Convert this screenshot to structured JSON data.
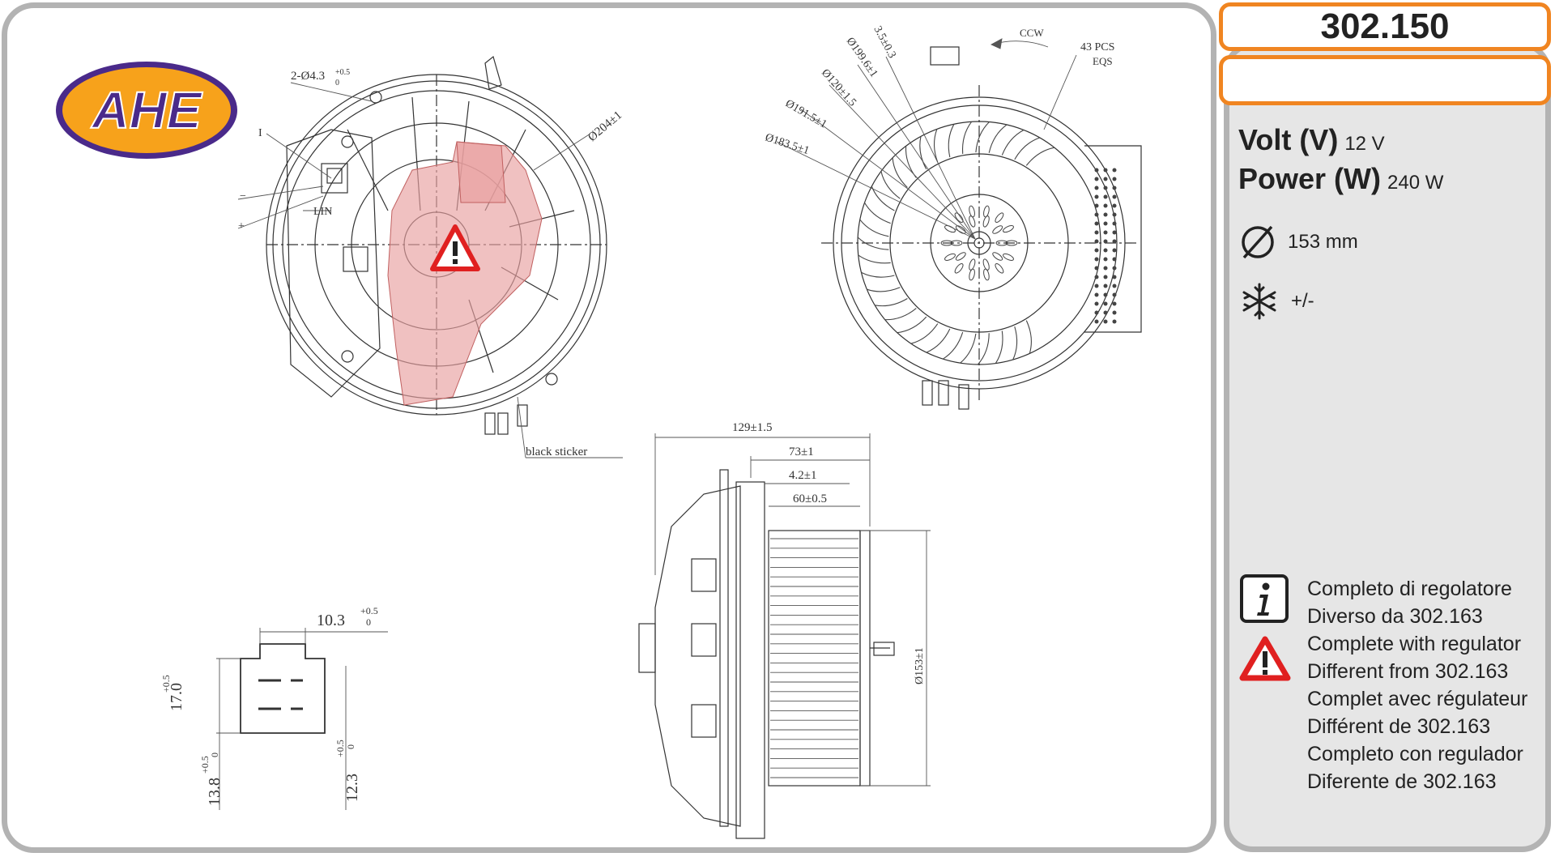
{
  "brand": {
    "logo_text": "AHE",
    "logo_fill": "#4a2a8a",
    "logo_bg": "#f7a21b"
  },
  "product": {
    "code": "302.150"
  },
  "specs": {
    "volt_label": "Volt (V)",
    "volt_value": "12 V",
    "power_label": "Power (W)",
    "power_value": "240 W",
    "diameter_value": "153 mm",
    "ac_value": "+/-"
  },
  "notes": [
    "Completo di regolatore",
    "Diverso da 302.163",
    "Complete with regulator",
    "Different from 302.163",
    "Complet avec régulateur",
    "Différent de 302.163",
    "Completo con regulador",
    "Diferente de 302.163"
  ],
  "drawing_labels": {
    "holes": "2-Ø4.3",
    "holes_tol": "+0.5",
    "holes_tol2": "0",
    "ring_dia": "Ø204±1",
    "label_I": "I",
    "label_minus": "−",
    "label_plus": "+",
    "label_lin": "LIN",
    "sticker": "black sticker",
    "rotation": "CCW",
    "blades_count": "43 PCS",
    "blades_eqs": "EQS",
    "dim_35": "3.5±0.3",
    "dim_1996": "Ø199.6±1",
    "dim_120": "Ø120±1.5",
    "dim_1915": "Ø191.5±1",
    "dim_1835": "Ø183.5±1",
    "dim_129": "129±1.5",
    "dim_73": "73±1",
    "dim_42": "4.2±1",
    "dim_60": "60±0.5",
    "dim_153": "Ø153±1",
    "conn_w": "10.3",
    "conn_w_tol": "+0.5",
    "conn_w_tol2": "0",
    "conn_h": "17.0",
    "conn_h_tol": "+0.5",
    "conn_138": "13.8",
    "conn_123": "12.3",
    "conn_tol": "+0.5",
    "conn_tol2": "0"
  },
  "colors": {
    "accent_orange": "#f08521",
    "warning_red": "#e02020",
    "highlight": "#e8a0a0",
    "panel_gray": "#e6e6e6",
    "border_gray": "#b3b3b3"
  },
  "icons": [
    "diameter-icon",
    "snowflake-icon",
    "info-icon",
    "warning-icon"
  ]
}
